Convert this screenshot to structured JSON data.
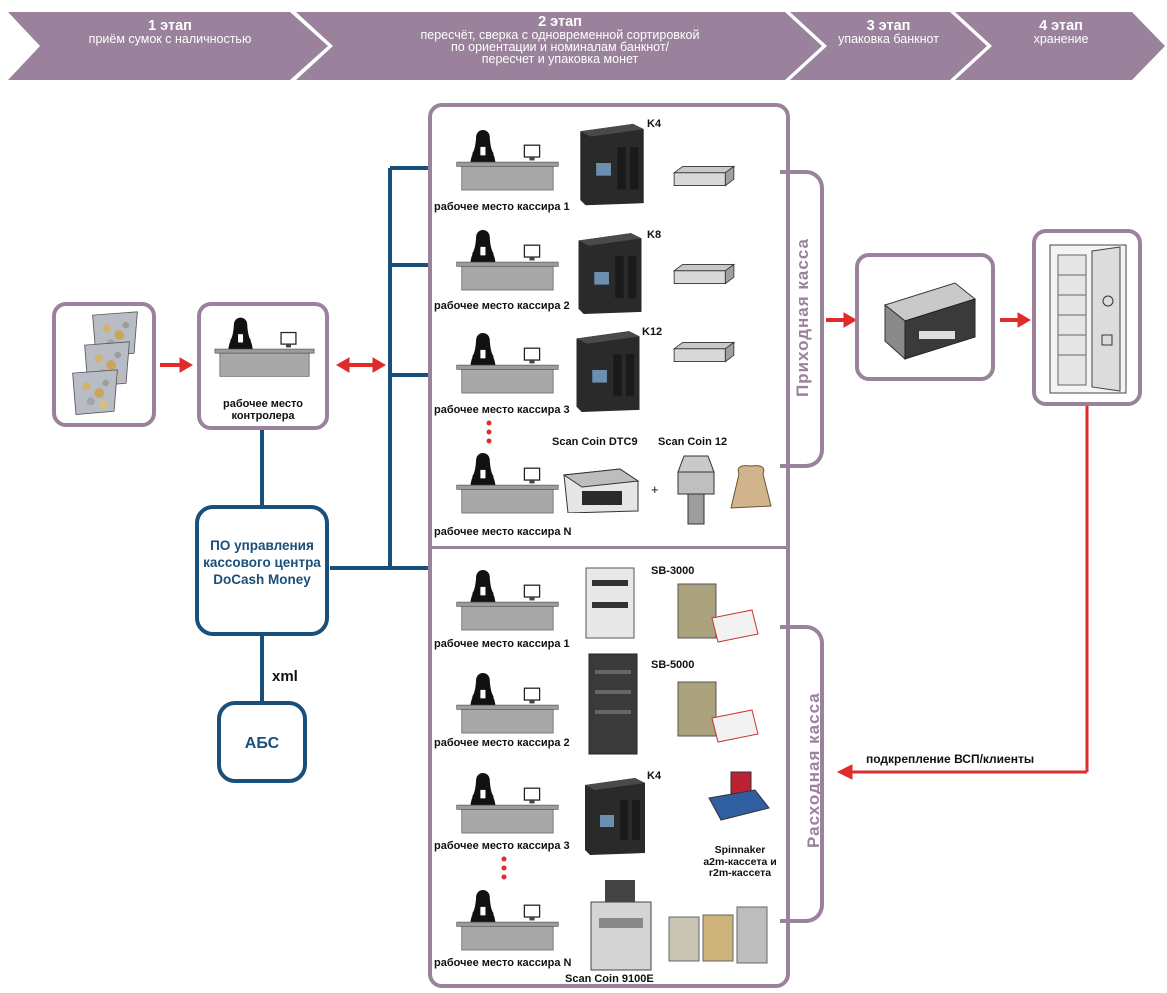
{
  "stages": [
    {
      "title": "1 этап",
      "desc": "приём сумок с наличностью"
    },
    {
      "title": "2 этап",
      "desc_lines": [
        "пересчёт, сверка с одновременной сортировкой",
        "по ориентации и номиналам банкнот/",
        "пересчет и упаковка монет"
      ]
    },
    {
      "title": "3 этап",
      "desc": "упаковка банкнот"
    },
    {
      "title": "4 этап",
      "desc": "хранение"
    }
  ],
  "controller": {
    "label_lines": [
      "рабочее место",
      "контролера"
    ]
  },
  "software": {
    "lines": [
      "ПО управления",
      "кассового центра",
      "DoCash Money"
    ]
  },
  "xml_label": "xml",
  "abs_label": "АБС",
  "incoming": {
    "section_label": "Приходная касса",
    "workstations": [
      {
        "label": "рабочее место кассира 1",
        "machine": "K4"
      },
      {
        "label": "рабочее место кассира 2",
        "machine": "K8"
      },
      {
        "label": "рабочее место кассира 3",
        "machine": "K12"
      },
      {
        "label": "рабочее место кассира N",
        "machine": "Scan Coin DTC9",
        "machine2": "Scan Coin 12",
        "plus": "+"
      }
    ]
  },
  "outgoing": {
    "section_label": "Расходная касса",
    "workstations": [
      {
        "label": "рабочее место кассира 1",
        "machine": "SB-3000"
      },
      {
        "label": "рабочее место кассира 2",
        "machine": "SB-5000"
      },
      {
        "label": "рабочее место кассира 3",
        "machine": "K4",
        "extra_lines": [
          "Spinnaker",
          "a2m-кассета и",
          "r2m-кассета"
        ]
      },
      {
        "label": "рабочее место кассира N",
        "machine": "Scan Coin 9100E"
      }
    ]
  },
  "reinforcement_label": "подкрепление ВСП/клиенты",
  "colors": {
    "stage": "#9a829c",
    "stage_dark": "#7b6580",
    "blue": "#1a4f7a",
    "purple": "#9a829c",
    "arrow_red": "#e02b2b"
  }
}
